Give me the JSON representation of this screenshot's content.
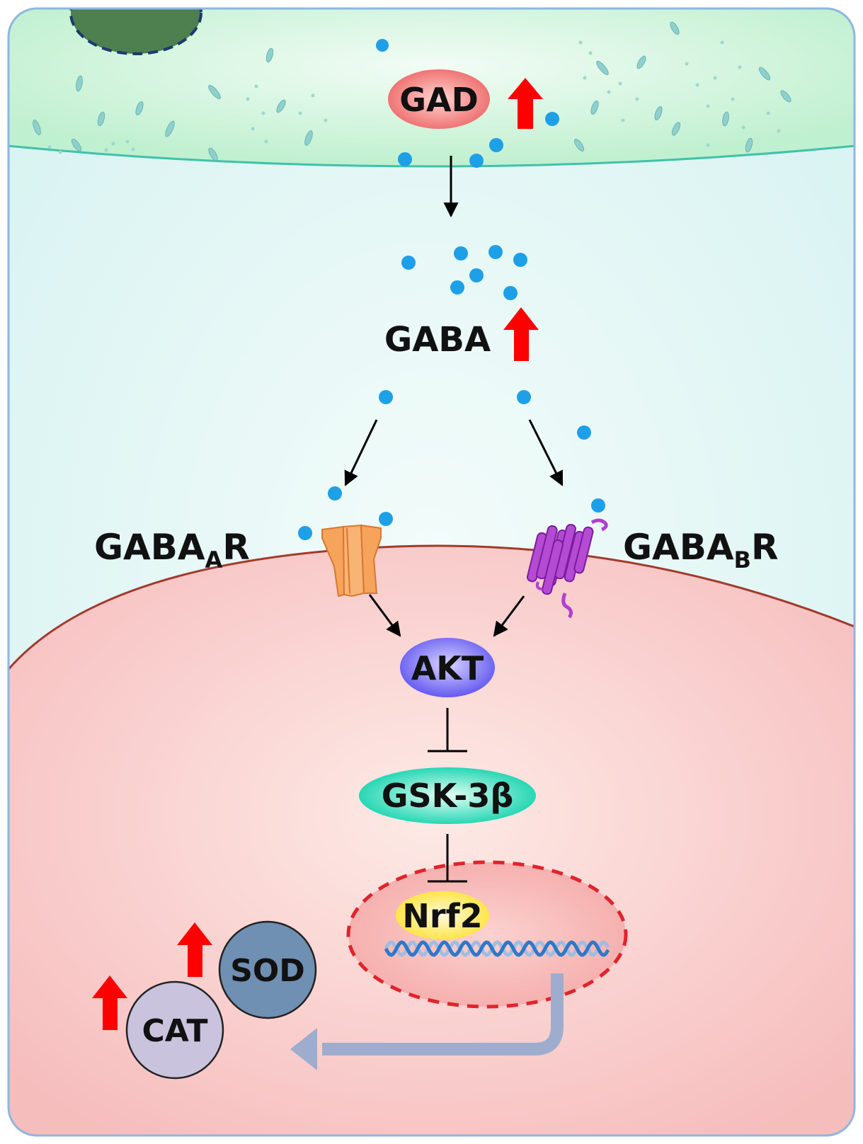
{
  "labels": {
    "gad": "GAD",
    "gaba": "GABA",
    "gabaa_main": "GABA",
    "gabaa_sub": "A",
    "gabaa_suffix": "R",
    "gabab_main": "GABA",
    "gabab_sub": "B",
    "gabab_suffix": "R",
    "akt": "AKT",
    "gsk": "GSK-3β",
    "nrf2": "Nrf2",
    "sod": "SOD",
    "cat": "CAT"
  },
  "relations": [
    {
      "from": "GAD",
      "to": "GABA",
      "type": "activation"
    },
    {
      "from": "GABA",
      "to": "GABAAR",
      "type": "activation"
    },
    {
      "from": "GABA",
      "to": "GABABR",
      "type": "activation"
    },
    {
      "from": "GABAAR",
      "to": "AKT",
      "type": "activation"
    },
    {
      "from": "GABABR",
      "to": "AKT",
      "type": "activation"
    },
    {
      "from": "AKT",
      "to": "GSK-3β",
      "type": "inhibition"
    },
    {
      "from": "GSK-3β",
      "to": "Nrf2",
      "type": "inhibition"
    },
    {
      "from": "Nrf2",
      "to": "SOD / CAT",
      "type": "expression"
    }
  ],
  "upregulated": [
    "GAD",
    "GABA",
    "SOD",
    "CAT"
  ],
  "colors": {
    "presynaptic_cell": "#c8f1d6",
    "synaptic_cleft": "#dff4f2",
    "postsynaptic_cell": "#f7c4c2",
    "gaba_dot": "#1ea0e8",
    "up_arrow": "#ff0000",
    "gad_ellipse": "#f17a78",
    "akt_ellipse": "#6d61f2",
    "gsk_ellipse": "#18d6b4",
    "nrf2_ellipse": "#ffe84a",
    "nucleus_border": "#e0242c",
    "sod_circle": "#6f8fb3",
    "cat_circle": "#c4bedb",
    "gabaa_receptor": "#f6a35c",
    "gabab_receptor": "#b23fd1"
  }
}
